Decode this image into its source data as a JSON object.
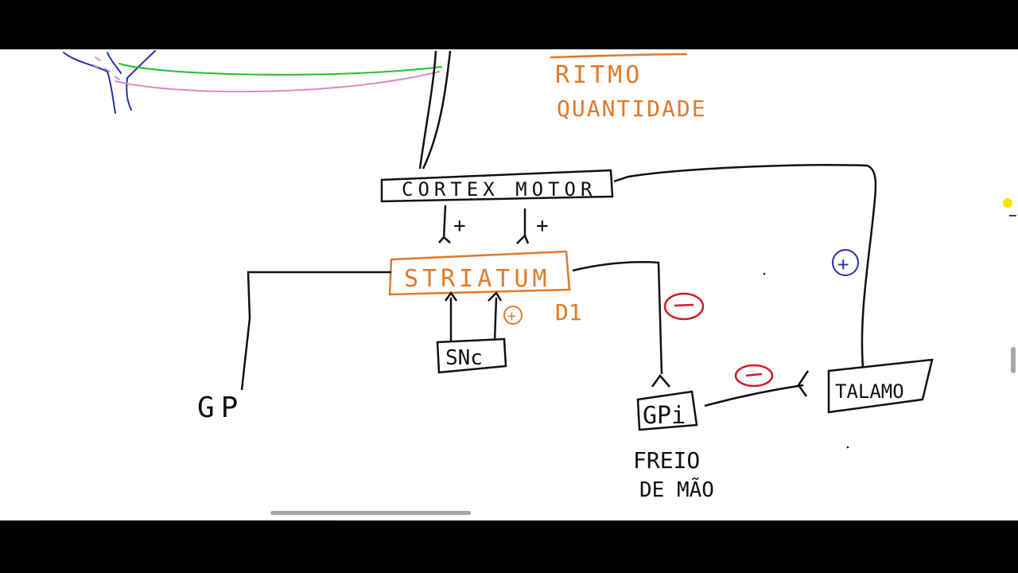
{
  "diagram": {
    "notes": {
      "rhythm": "RITMO",
      "quantity": "QUANTIDADE"
    },
    "nodes": {
      "cortex": "CORTEX MOTOR",
      "striatum": "STRIATUM",
      "snc": "SNc",
      "gp": "GP",
      "gpi": "GPi",
      "talamo": "TALAMO"
    },
    "labels": {
      "plus": "+",
      "d1": "D1",
      "brake_line1": "FREIO",
      "brake_line2": "DE MÃO"
    },
    "signs": {
      "positive": "+",
      "negative": "−"
    },
    "colors": {
      "ink_black": "#111111",
      "ink_orange": "#e07a2a",
      "ink_red": "#d11a2a",
      "ink_blue": "#2b2fa8",
      "ink_green": "#22c22a",
      "ink_pink": "#e08ac0",
      "cursor_yellow": "#f5e600"
    }
  },
  "ui": {
    "scrollbar_horizontal": "scrollbar",
    "scrollbar_vertical": "scrollbar"
  }
}
